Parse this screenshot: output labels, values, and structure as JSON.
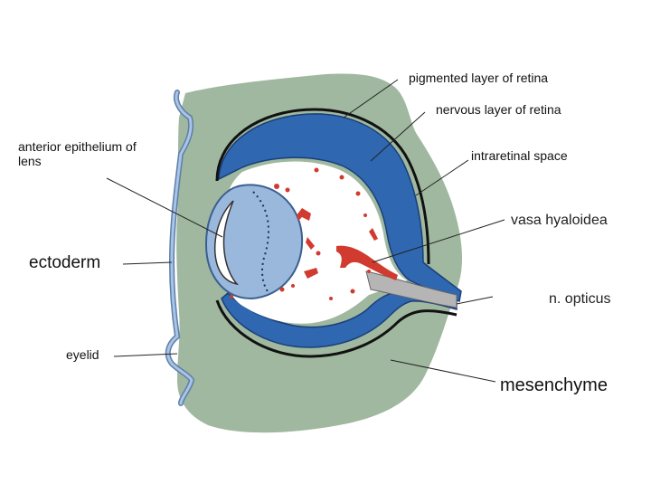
{
  "labels": {
    "pigmented_layer": "pigmented layer of retina",
    "nervous_layer": "nervous layer of retina",
    "anterior_epithelium": "anterior epithelium of lens",
    "intraretinal_space": "intraretinal space",
    "vasa_hyaloidea": "vasa hyaloidea",
    "ectoderm": "ectoderm",
    "n_opticus": "n. opticus",
    "eyelid": "eyelid",
    "mesenchyme": "mesenchyme"
  },
  "colors": {
    "mesenchyme": "#9fb89f",
    "retina": "#2f67b0",
    "retina_edge": "#1a3f7a",
    "lens": "#9ab8dc",
    "vitreous": "#ffffff",
    "vessels": "#d13a2e",
    "ectoderm": "#8fb0d8"
  }
}
